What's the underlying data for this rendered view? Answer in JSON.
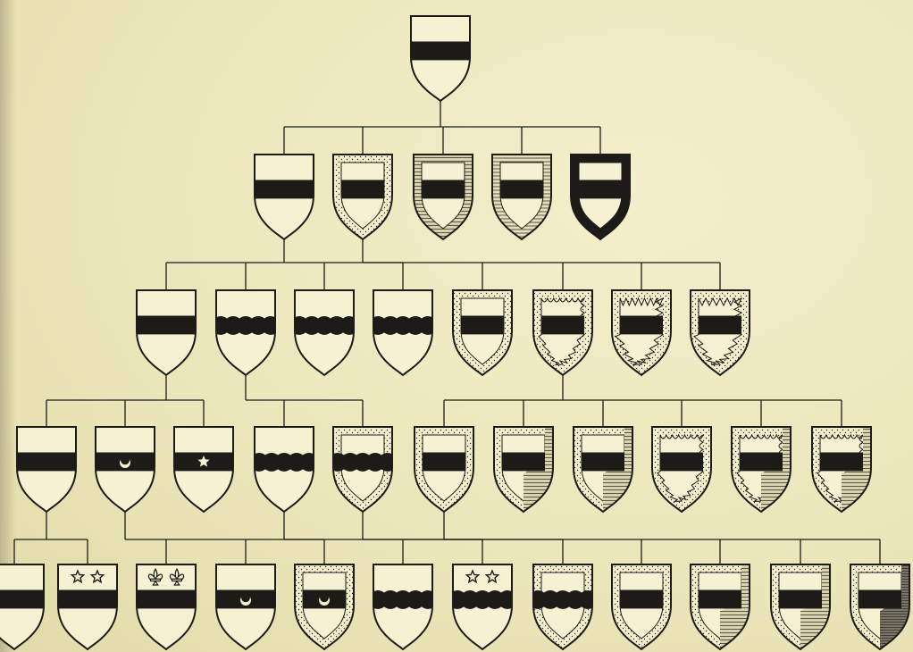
{
  "figure": {
    "kind": "heraldic-cadency-tree",
    "ink_color": "#1c1b18",
    "paper_color": "#f1ecc3"
  },
  "shields": [
    {
      "id": "A",
      "row": 0,
      "field": "plain",
      "ord": "bar",
      "parent": null
    },
    {
      "id": "B1",
      "row": 1,
      "field": "plain",
      "ord": "bar",
      "parent": "A"
    },
    {
      "id": "B2",
      "row": 1,
      "field": "plain",
      "ord": "bar",
      "border": "dotted",
      "parent": "A"
    },
    {
      "id": "B3",
      "row": 1,
      "field": "plain",
      "ord": "bar",
      "border": "hatched",
      "parent": "A"
    },
    {
      "id": "B4",
      "row": 1,
      "field": "plain",
      "ord": "bar",
      "border": "hatched-light",
      "parent": "A"
    },
    {
      "id": "B5",
      "row": 1,
      "field": "plain",
      "ord": "bar",
      "border": "solid",
      "parent": "A"
    },
    {
      "id": "C1",
      "row": 2,
      "field": "plain",
      "ord": "bar",
      "parent": "B1"
    },
    {
      "id": "C2",
      "row": 2,
      "field": "plain",
      "ord": "wavy",
      "parent": "B1"
    },
    {
      "id": "C3",
      "row": 2,
      "field": "plain",
      "ord": "wavy",
      "parent": "B1"
    },
    {
      "id": "C4",
      "row": 2,
      "field": "plain",
      "ord": "wavy",
      "parent": "B1"
    },
    {
      "id": "C5",
      "row": 2,
      "field": "plain",
      "ord": "bar",
      "border": "dotted",
      "parent": "B2"
    },
    {
      "id": "C6",
      "row": 2,
      "field": "plain",
      "ord": "bar",
      "border": "dotted",
      "inner": "engrailed",
      "parent": "B2"
    },
    {
      "id": "C7",
      "row": 2,
      "field": "plain",
      "ord": "bar",
      "border": "dotted",
      "inner": "indented",
      "parent": "B2"
    },
    {
      "id": "C8",
      "row": 2,
      "field": "plain",
      "ord": "bar",
      "border": "dotted",
      "inner": "dancetty",
      "parent": "B2"
    },
    {
      "id": "D1",
      "row": 3,
      "field": "plain",
      "ord": "bar",
      "parent": "C1"
    },
    {
      "id": "D2",
      "row": 3,
      "field": "plain",
      "ord": "bar",
      "charge": "crescent",
      "parent": "C1"
    },
    {
      "id": "D3",
      "row": 3,
      "field": "plain",
      "ord": "bar",
      "charge": "star",
      "parent": "C1"
    },
    {
      "id": "D4",
      "row": 3,
      "field": "plain",
      "ord": "wavy",
      "parent": "C2"
    },
    {
      "id": "D5",
      "row": 3,
      "field": "plain",
      "ord": "wavy",
      "border": "dotted",
      "parent": "C2"
    },
    {
      "id": "D6",
      "row": 3,
      "field": "plain",
      "ord": "bar",
      "border": "dotted",
      "parent": "C6"
    },
    {
      "id": "D7",
      "row": 3,
      "field": "plain",
      "ord": "bar",
      "border": "dotted",
      "quarter": "hatched",
      "parent": "C6"
    },
    {
      "id": "D8",
      "row": 3,
      "field": "plain",
      "ord": "bar",
      "border": "dotted",
      "quarter": "hatched",
      "parent": "C6"
    },
    {
      "id": "D9",
      "row": 3,
      "field": "plain",
      "ord": "bar",
      "border": "dotted",
      "inner": "engrailed",
      "parent": "C6"
    },
    {
      "id": "D10",
      "row": 3,
      "field": "plain",
      "ord": "bar",
      "border": "dotted",
      "inner": "engrailed",
      "quarter": "hatched",
      "parent": "C6"
    },
    {
      "id": "D11",
      "row": 3,
      "field": "plain",
      "ord": "bar",
      "border": "dotted",
      "inner": "engrailed",
      "quarter": "hatched",
      "parent": "C6"
    },
    {
      "id": "E1",
      "row": 4,
      "field": "plain",
      "ord": "bar",
      "parent": "D1"
    },
    {
      "id": "E2",
      "row": 4,
      "field": "plain",
      "ord": "bar",
      "chief": "stars",
      "parent": "D1"
    },
    {
      "id": "E3",
      "row": 4,
      "field": "plain",
      "ord": "bar",
      "chief": "fleurs",
      "parent": "D2"
    },
    {
      "id": "E4",
      "row": 4,
      "field": "plain",
      "ord": "bar",
      "charge": "crescent",
      "parent": "D2"
    },
    {
      "id": "E5",
      "row": 4,
      "field": "plain",
      "ord": "bar",
      "border": "dotted",
      "charge": "crescent",
      "parent": "D2"
    },
    {
      "id": "E6",
      "row": 4,
      "field": "plain",
      "ord": "wavy",
      "parent": "D4"
    },
    {
      "id": "E7",
      "row": 4,
      "field": "plain",
      "ord": "wavy",
      "chief": "stars",
      "parent": "D4"
    },
    {
      "id": "E8",
      "row": 4,
      "field": "plain",
      "ord": "wavy",
      "border": "dotted",
      "parent": "D5"
    },
    {
      "id": "E9",
      "row": 4,
      "field": "plain",
      "ord": "bar",
      "border": "dotted",
      "parent": "D6"
    },
    {
      "id": "E10",
      "row": 4,
      "field": "plain",
      "ord": "bar",
      "border": "dotted",
      "quarter": "hatched",
      "parent": "D6"
    },
    {
      "id": "E11",
      "row": 4,
      "field": "plain",
      "ord": "bar",
      "border": "dotted",
      "quarter": "hatched",
      "parent": "D6"
    },
    {
      "id": "E12",
      "row": 4,
      "field": "plain",
      "ord": "bar",
      "border": "dotted",
      "quarter": "hatched-dark",
      "parent": "D6"
    }
  ]
}
